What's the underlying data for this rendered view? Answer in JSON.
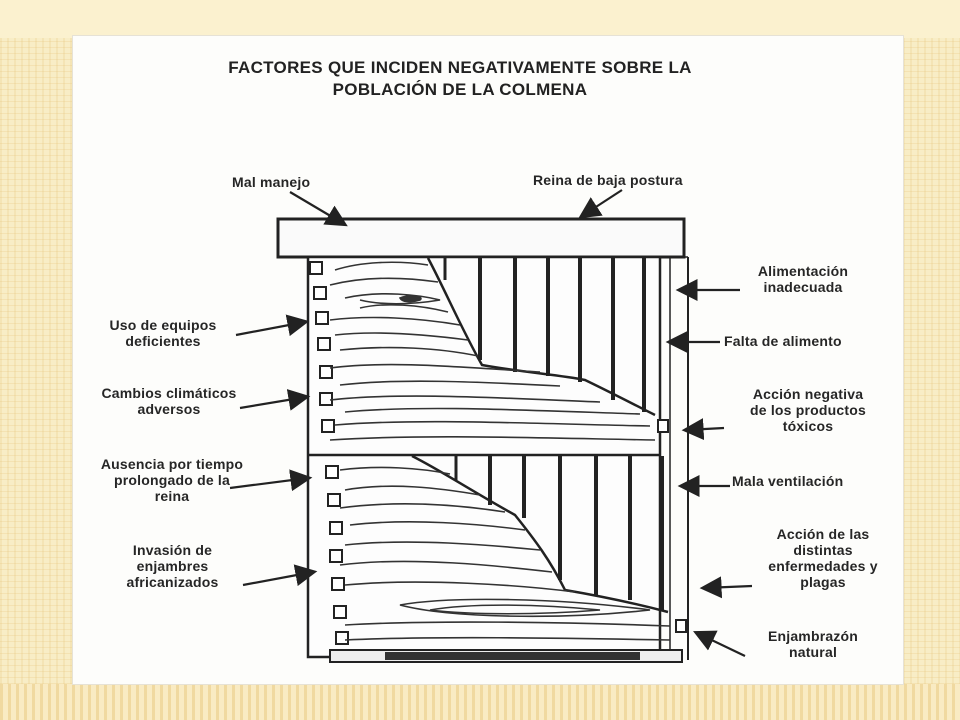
{
  "title": {
    "line1": "FACTORES QUE INCIDEN NEGATIVAMENTE SOBRE LA",
    "line2": "POBLACIÓN DE LA COLMENA"
  },
  "labels": {
    "mal_manejo": "Mal manejo",
    "reina_baja": "Reina de baja postura",
    "alimentacion_1": "Alimentación",
    "alimentacion_2": "inadecuada",
    "equipos_1": "Uso de equipos",
    "equipos_2": "deficientes",
    "falta_alimento": "Falta de alimento",
    "clima_1": "Cambios climáticos",
    "clima_2": "adversos",
    "toxicos_1": "Acción negativa",
    "toxicos_2": "de los productos",
    "toxicos_3": "tóxicos",
    "ausencia_1": "Ausencia por tiempo",
    "ausencia_2": "prolongado de la",
    "ausencia_3": "reina",
    "ventilacion": "Mala ventilación",
    "invasion_1": "Invasión de",
    "invasion_2": "enjambres",
    "invasion_3": "africanizados",
    "enfermedades_1": "Acción de las",
    "enfermedades_2": "distintas",
    "enfermedades_3": "enfermedades y",
    "enfermedades_4": "plagas",
    "enjambrazon_1": "Enjambrazón",
    "enjambrazon_2": "natural"
  }
}
